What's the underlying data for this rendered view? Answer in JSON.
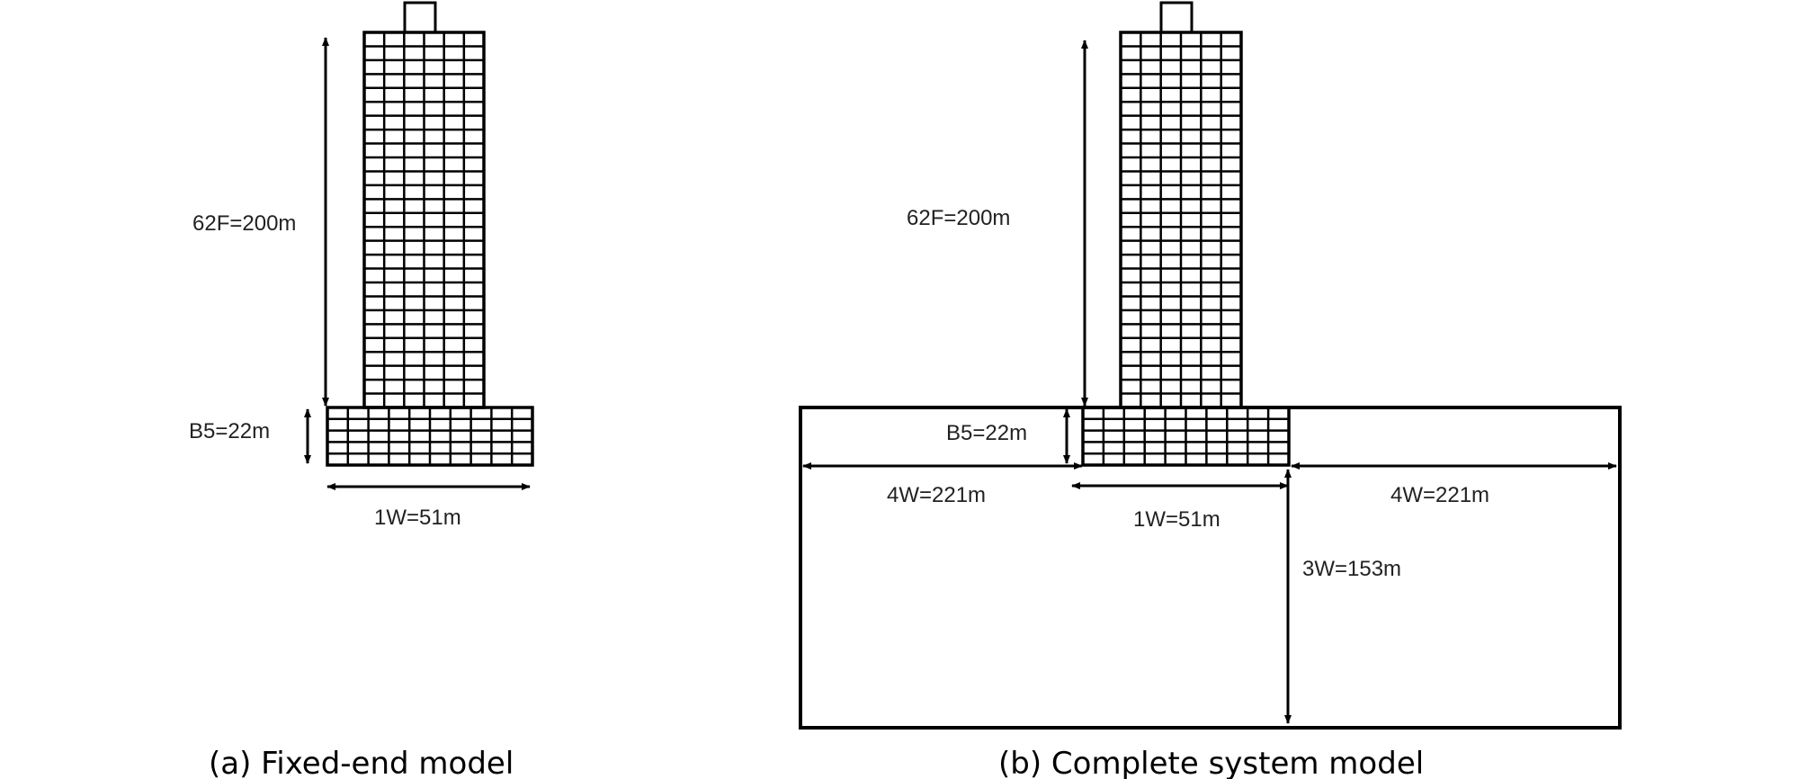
{
  "panels": {
    "a": {
      "caption": "(a) Fixed-end model",
      "height_label": "62F=200m",
      "basement_label": "B5=22m",
      "width_label": "1W=51m"
    },
    "b": {
      "caption": "(b) Complete system model",
      "height_label": "62F=200m",
      "basement_label": "B5=22m",
      "left_soil_label": "4W=221m",
      "width_label": "1W=51m",
      "right_soil_label": "4W=221m",
      "depth_label": "3W=153m"
    }
  },
  "colors": {
    "line": "#000000",
    "text": "#222222"
  }
}
